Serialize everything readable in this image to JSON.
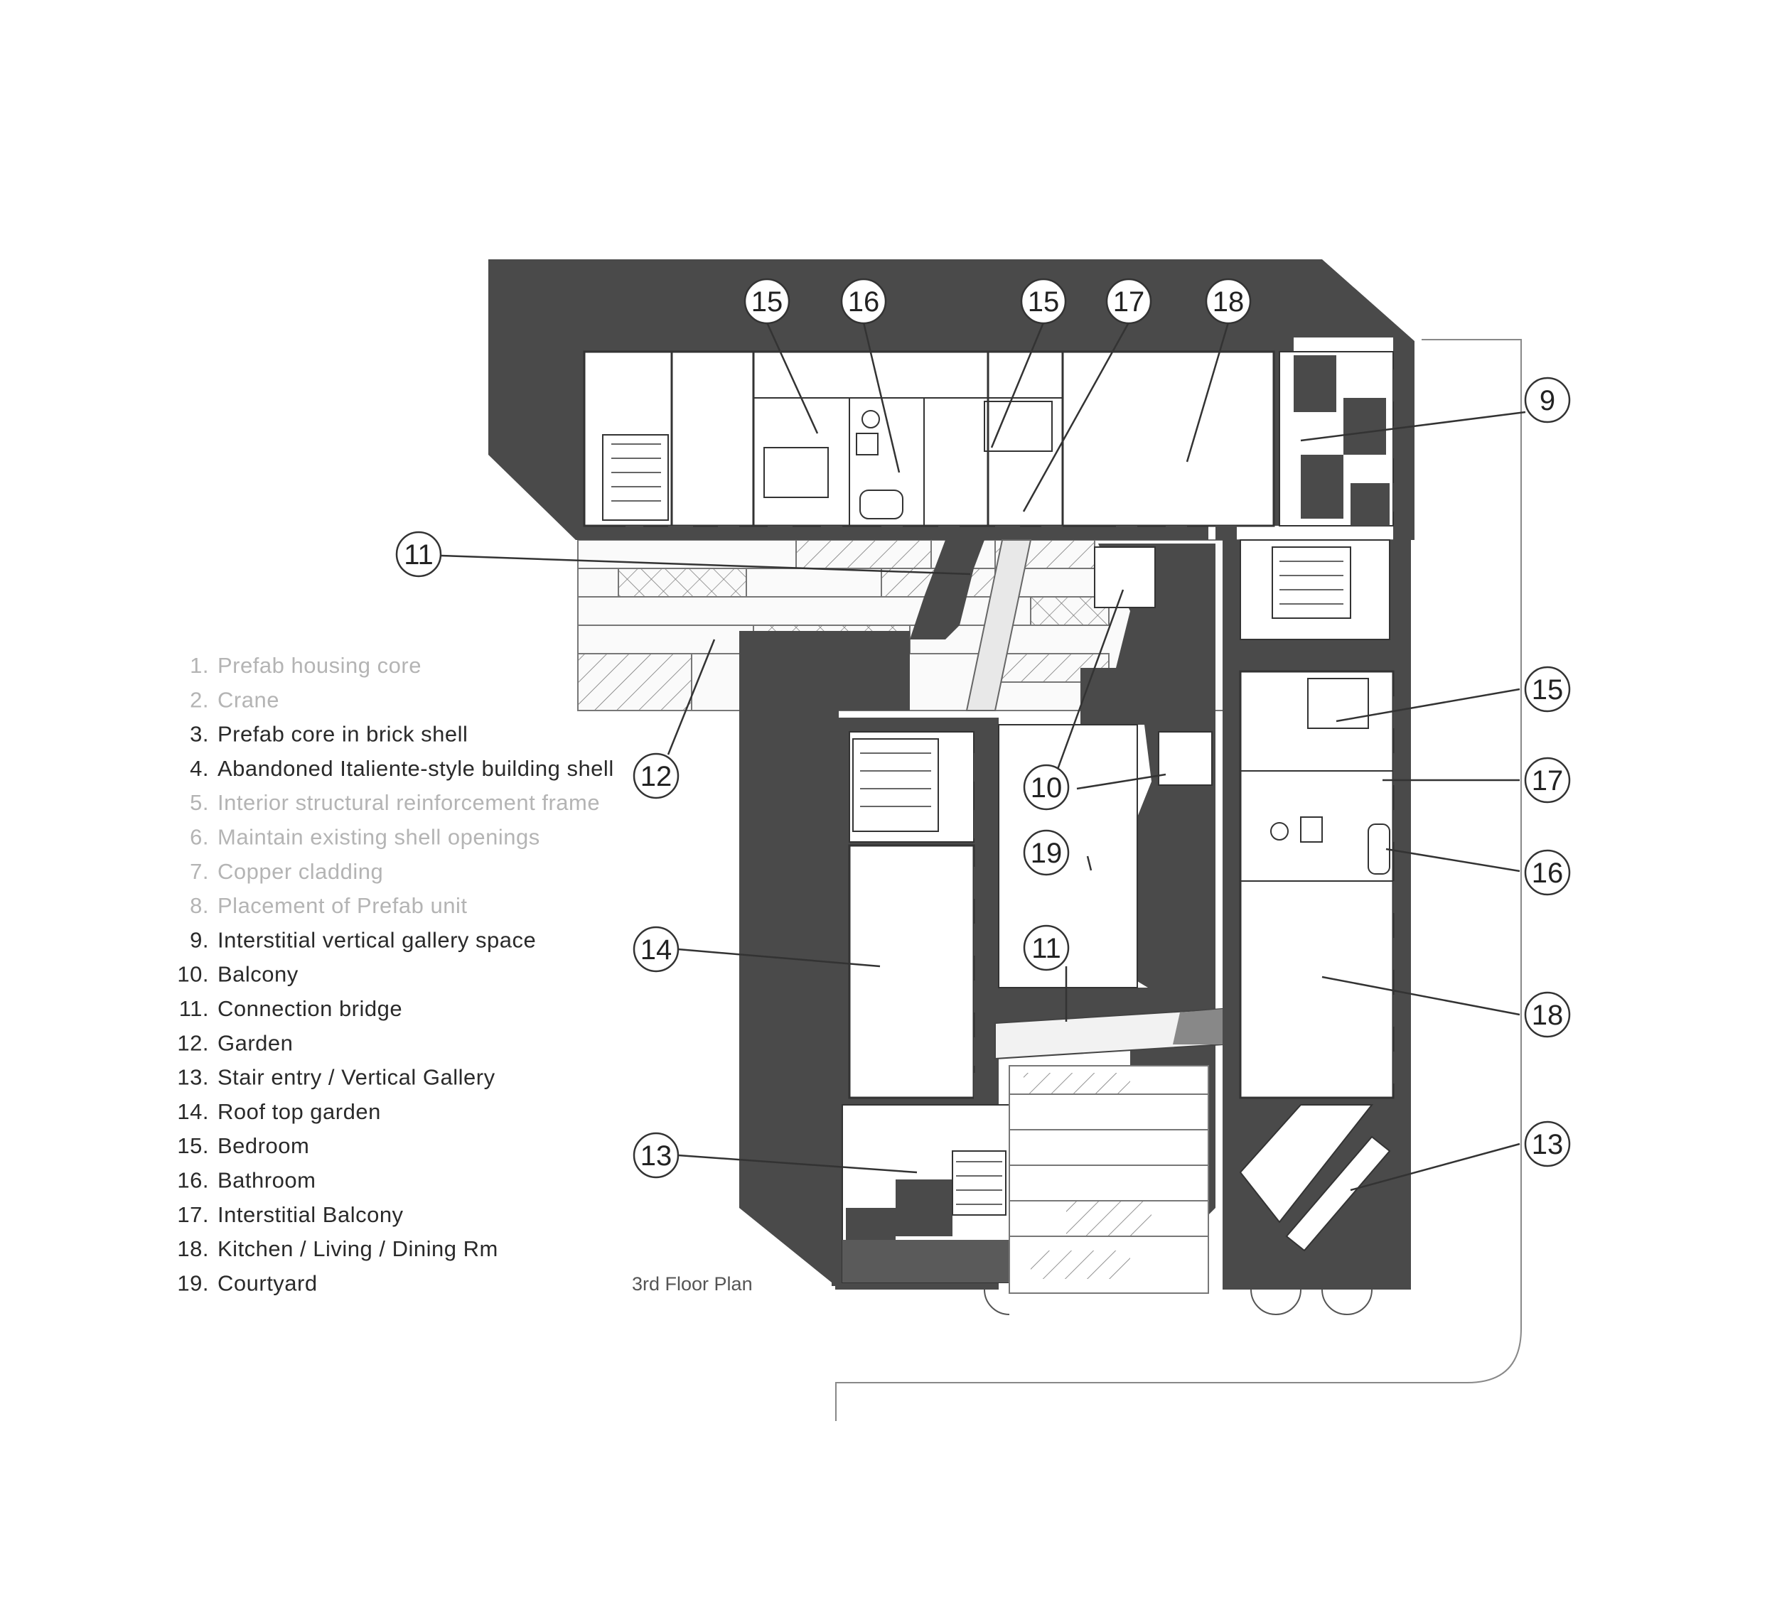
{
  "plan_title": "3rd Floor Plan",
  "legend": [
    {
      "num": "1.",
      "label": "Prefab housing core",
      "state": "dim"
    },
    {
      "num": "2.",
      "label": "Crane",
      "state": "dim"
    },
    {
      "num": "3.",
      "label": "Prefab core in brick shell",
      "state": "active"
    },
    {
      "num": "4.",
      "label": "Abandoned Italiente-style building shell",
      "state": "active"
    },
    {
      "num": "5.",
      "label": "Interior structural reinforcement frame",
      "state": "dim"
    },
    {
      "num": "6.",
      "label": "Maintain existing shell openings",
      "state": "dim"
    },
    {
      "num": "7.",
      "label": "Copper cladding",
      "state": "dim"
    },
    {
      "num": "8.",
      "label": "Placement of Prefab unit",
      "state": "dim"
    },
    {
      "num": "9.",
      "label": "Interstitial vertical gallery space",
      "state": "active"
    },
    {
      "num": "10.",
      "label": "Balcony",
      "state": "active"
    },
    {
      "num": "11.",
      "label": "Connection bridge",
      "state": "active"
    },
    {
      "num": "12.",
      "label": "Garden",
      "state": "active"
    },
    {
      "num": "13.",
      "label": "Stair entry / Vertical Gallery",
      "state": "active"
    },
    {
      "num": "14.",
      "label": "Roof top garden",
      "state": "active"
    },
    {
      "num": "15.",
      "label": "Bedroom",
      "state": "active"
    },
    {
      "num": "16.",
      "label": "Bathroom",
      "state": "active"
    },
    {
      "num": "17.",
      "label": "Interstitial Balcony",
      "state": "active"
    },
    {
      "num": "18.",
      "label": "Kitchen / Living / Dining Rm",
      "state": "active"
    },
    {
      "num": "19.",
      "label": "Courtyard",
      "state": "active"
    }
  ],
  "callouts": {
    "top_15a": "15",
    "top_16": "16",
    "top_15b": "15",
    "top_17": "17",
    "top_18": "18",
    "right_9": "9",
    "left_11": "11",
    "left_12": "12",
    "mid_10": "10",
    "right_15": "15",
    "right_17": "17",
    "right_16": "16",
    "mid_19": "19",
    "left_14": "14",
    "mid_11": "11",
    "right_18": "18",
    "left_13": "13",
    "right_13": "13"
  },
  "colors": {
    "poche": "#4a4a4a",
    "line": "#333333",
    "legend_dim": "#b4b4b4",
    "legend_active": "#2a2a2a"
  }
}
